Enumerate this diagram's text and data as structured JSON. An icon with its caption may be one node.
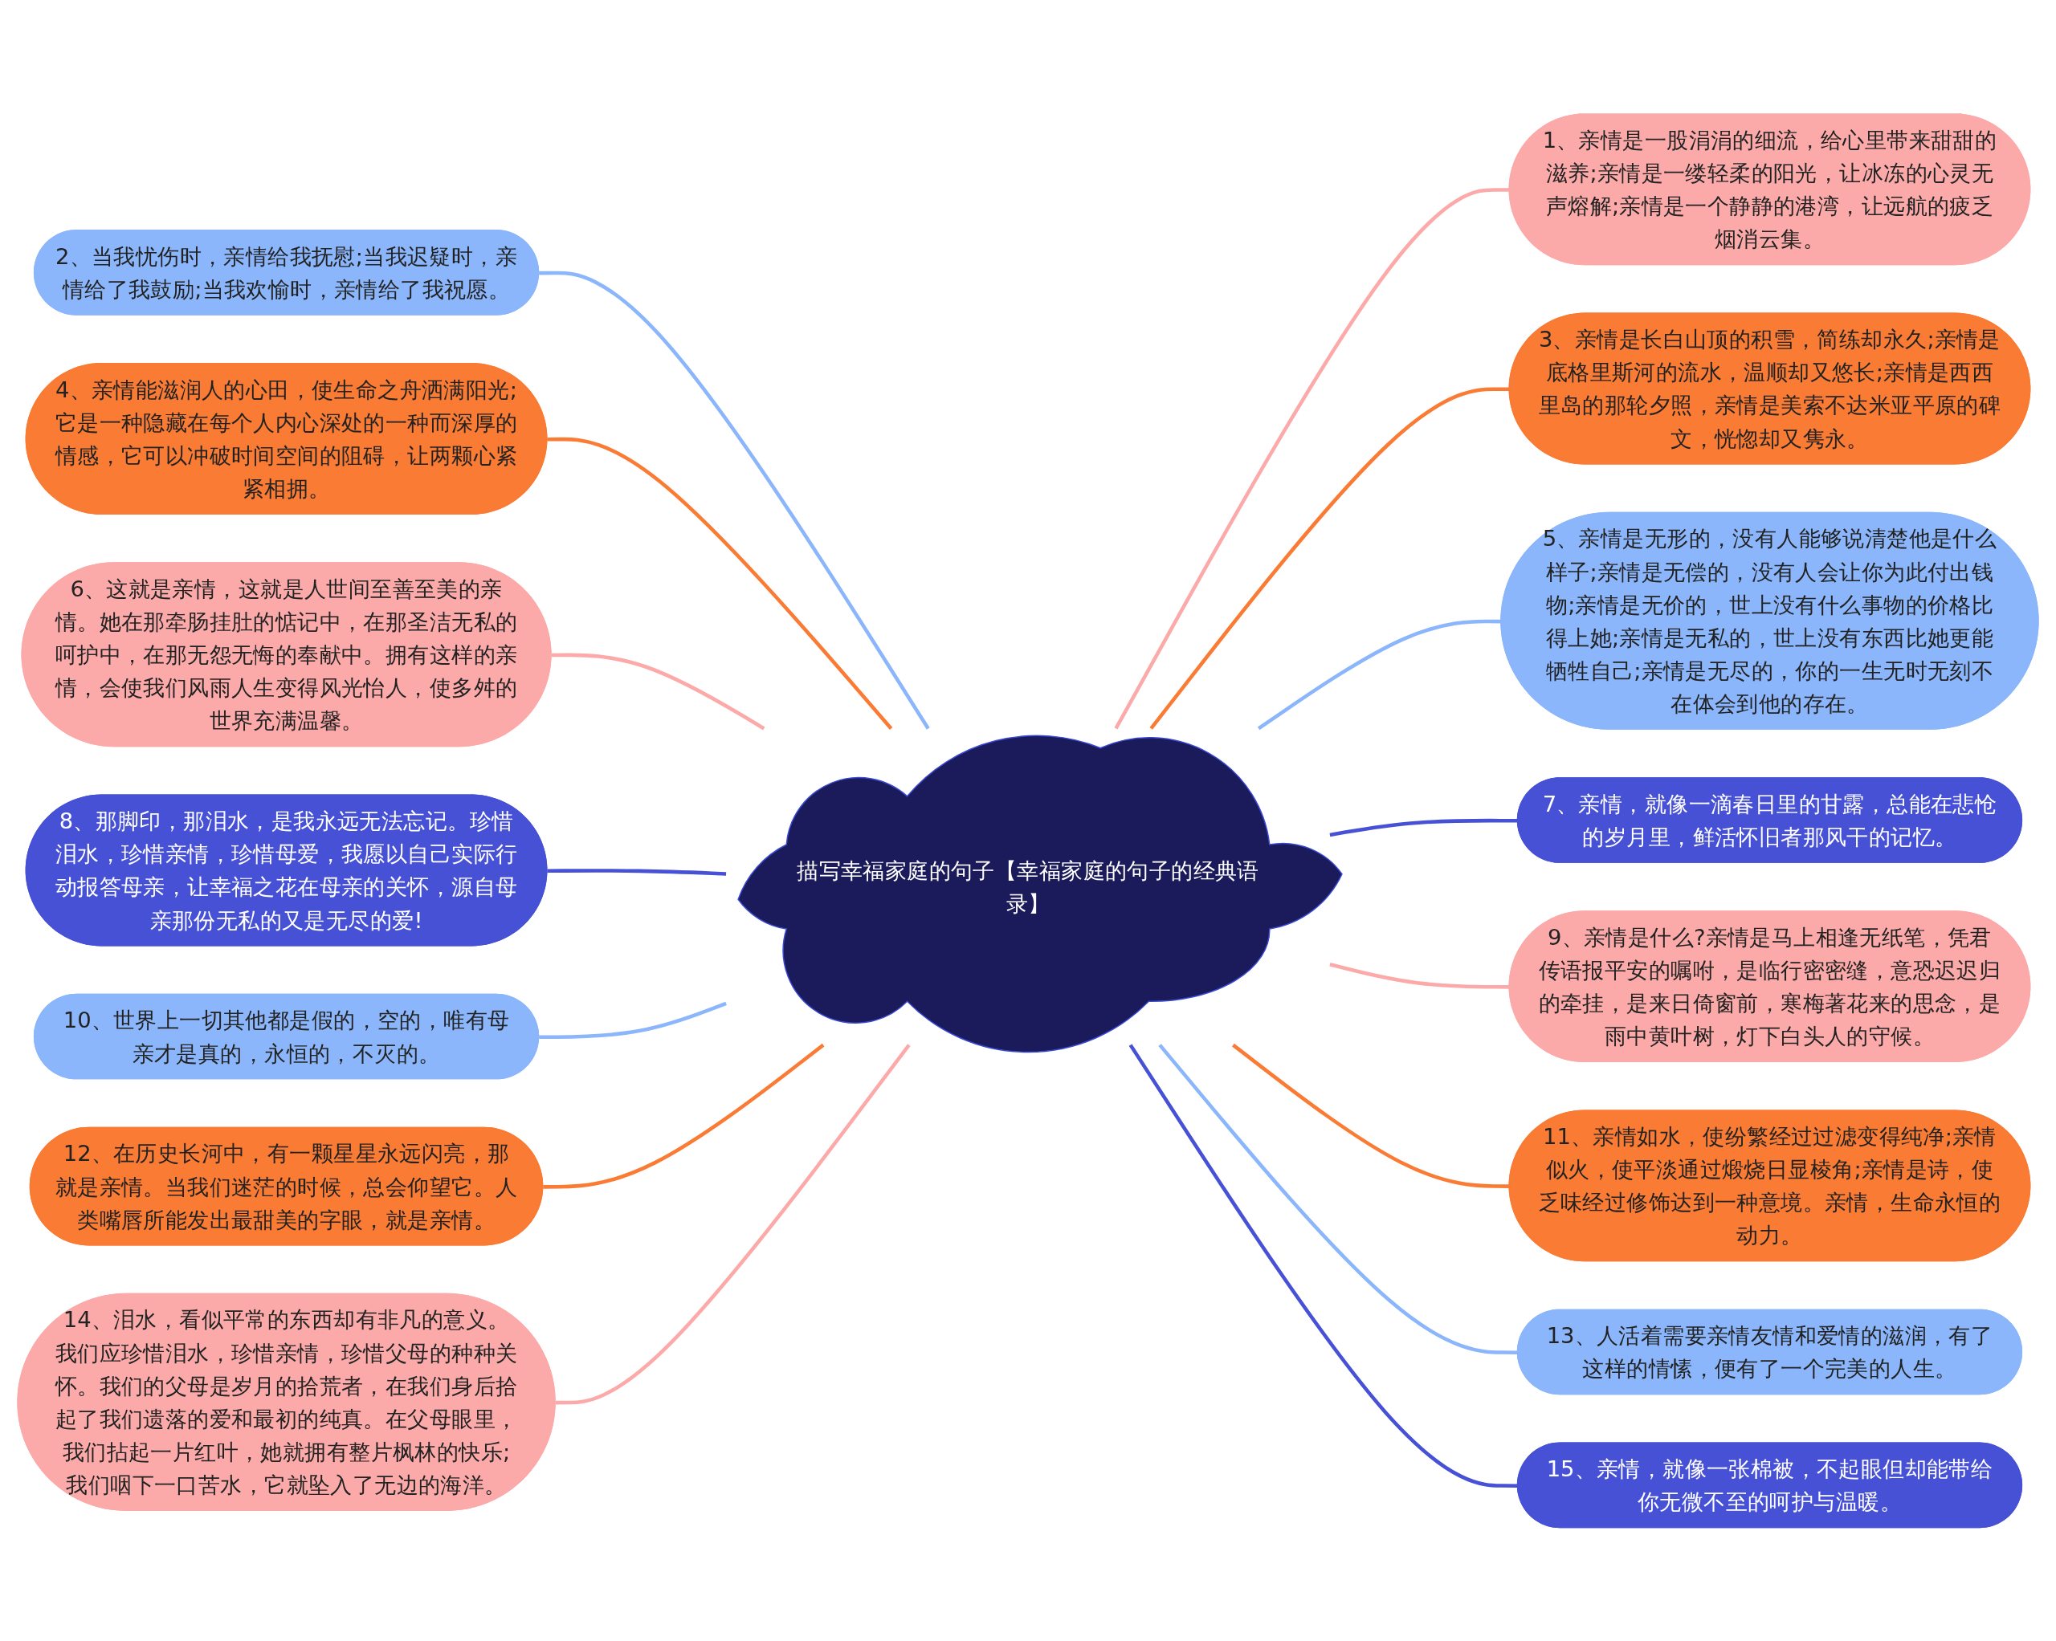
{
  "diagram": {
    "nodes": [
      {
        "text": [
          "描写幸福家庭的句子【幸福家庭的句子的经典语录】"
        ]
      },
      {
        "text": [
          "1、亲情是一股涓涓的细流，给心里带来甜甜的滋养;亲情是一缕轻柔的阳光，让冰冻的心灵无声熔解;亲情是一个静静的港湾，让远航的疲乏烟消云集。"
        ]
      },
      {
        "text": [
          "2、当我忧伤时，亲情给我抚慰;当我迟疑时，亲情给了我鼓励;当我欢愉时，亲情给了我祝愿。"
        ]
      },
      {
        "text": [
          "3、亲情是长白山顶的积雪，简练却永久;亲情是底格里斯河的流水，温顺却又悠长;亲情是西西里岛的那轮夕照，亲情是美索不达米亚平原的碑文，恍惚却又隽永。"
        ]
      },
      {
        "text": [
          "4、亲情能滋润人的心田，使生命之舟洒满阳光;它是一种隐藏在每个人内心深处的一种而深厚的情感，它可以冲破时间空间的阻碍，让两颗心紧紧相拥。"
        ]
      },
      {
        "text": [
          "5、亲情是无形的，没有人能够说清楚他是什么样子;亲情是无偿的，没有人会让你为此付出钱物;亲情是无价的，世上没有什么事物的价格比得上她;亲情是无私的，世上没有东西比她更能牺牲自己;亲情是无尽的，你的一生无时无刻不在体会到他的存在。"
        ]
      },
      {
        "text": [
          "6、这就是亲情，这就是人世间至善至美的亲情。她在那牵肠挂肚的惦记中，在那圣洁无私的呵护中，在那无怨无悔的奉献中。拥有这样的亲情，会使我们风雨人生变得风光怡人，使多舛的世界充满温馨。"
        ]
      },
      {
        "text": [
          "7、亲情，就像一滴春日里的甘露，总能在悲怆的岁月里，鲜活怀旧者那风干的记忆。"
        ]
      },
      {
        "text": [
          "8、那脚印，那泪水，是我永远无法忘记。珍惜泪水，珍惜亲情，珍惜母爱，我愿以自己实际行动报答母亲，让幸福之花在母亲的关怀，源自母亲那份无私的又是无尽的爱!"
        ]
      },
      {
        "text": [
          "9、亲情是什么?亲情是马上相逢无纸笔，凭君传语报平安的嘱咐，是临行密密缝，意恐迟迟归的牵挂，是来日倚窗前，寒梅著花来的思念，是雨中黄叶树，灯下白头人的守候。"
        ]
      },
      {
        "text": [
          "10、世界上一切其他都是假的，空的，唯有母亲才是真的，永恒的，不灭的。"
        ]
      },
      {
        "text": [
          "11、亲情如水，使纷繁经过过滤变得纯净;亲情似火，使平淡通过煅烧日显棱角;亲情是诗，使乏味经过修饰达到一种意境。亲情，生命永恒的动力。"
        ]
      },
      {
        "text": [
          "12、在历史长河中，有一颗星星永远闪亮，那就是亲情。当我们迷茫的时候，总会仰望它。人类嘴唇所能发出最甜美的字眼，就是亲情。"
        ]
      },
      {
        "text": [
          "13、人活着需要亲情友情和爱情的滋润，有了这样的情愫，便有了一个完美的人生。"
        ]
      },
      {
        "text": [
          "14、泪水，看似平常的东西却有非凡的意义。我们应珍惜泪水，珍惜亲情，珍惜父母的种种关怀。我们的父母是岁月的拾荒者，在我们身后拾起了我们遗落的爱和最初的纯真。在父母眼里，我们拈起一片红叶，她就拥有整片枫林的快乐;我们咽下一口苦水，它就坠入了无边的海洋。"
        ]
      },
      {
        "text": [
          "15、亲情，就像一张棉被，不起眼但却能带给你无微不至的呵护与温暖。"
        ]
      }
    ],
    "edges": [
      {
        "from": 0,
        "to": 1,
        "arrow": "none",
        "color": "#fcaaa9"
      },
      {
        "from": 2,
        "to": 0,
        "arrow": "none",
        "color": "#8bb6fb"
      },
      {
        "from": 0,
        "to": 3,
        "arrow": "none",
        "color": "#f97b34"
      },
      {
        "from": 4,
        "to": 0,
        "arrow": "none",
        "color": "#f97b34"
      },
      {
        "from": 0,
        "to": 5,
        "arrow": "none",
        "color": "#8bb6fb"
      },
      {
        "from": 6,
        "to": 0,
        "arrow": "none",
        "color": "#fcaaa9"
      },
      {
        "from": 0,
        "to": 7,
        "arrow": "none",
        "color": "#4751d6"
      },
      {
        "from": 8,
        "to": 0,
        "arrow": "none",
        "color": "#4751d6"
      },
      {
        "from": 0,
        "to": 9,
        "arrow": "none",
        "color": "#fcaaa9"
      },
      {
        "from": 10,
        "to": 0,
        "arrow": "none",
        "color": "#8bb6fb"
      },
      {
        "from": 0,
        "to": 11,
        "arrow": "none",
        "color": "#f97b34"
      },
      {
        "from": 12,
        "to": 0,
        "arrow": "none",
        "color": "#f97b34"
      },
      {
        "from": 0,
        "to": 13,
        "arrow": "none",
        "color": "#8bb6fb"
      },
      {
        "from": 14,
        "to": 0,
        "arrow": "none",
        "color": "#fcaaa9"
      },
      {
        "from": 0,
        "to": 15,
        "arrow": "none",
        "color": "#4751d6"
      }
    ]
  }
}
